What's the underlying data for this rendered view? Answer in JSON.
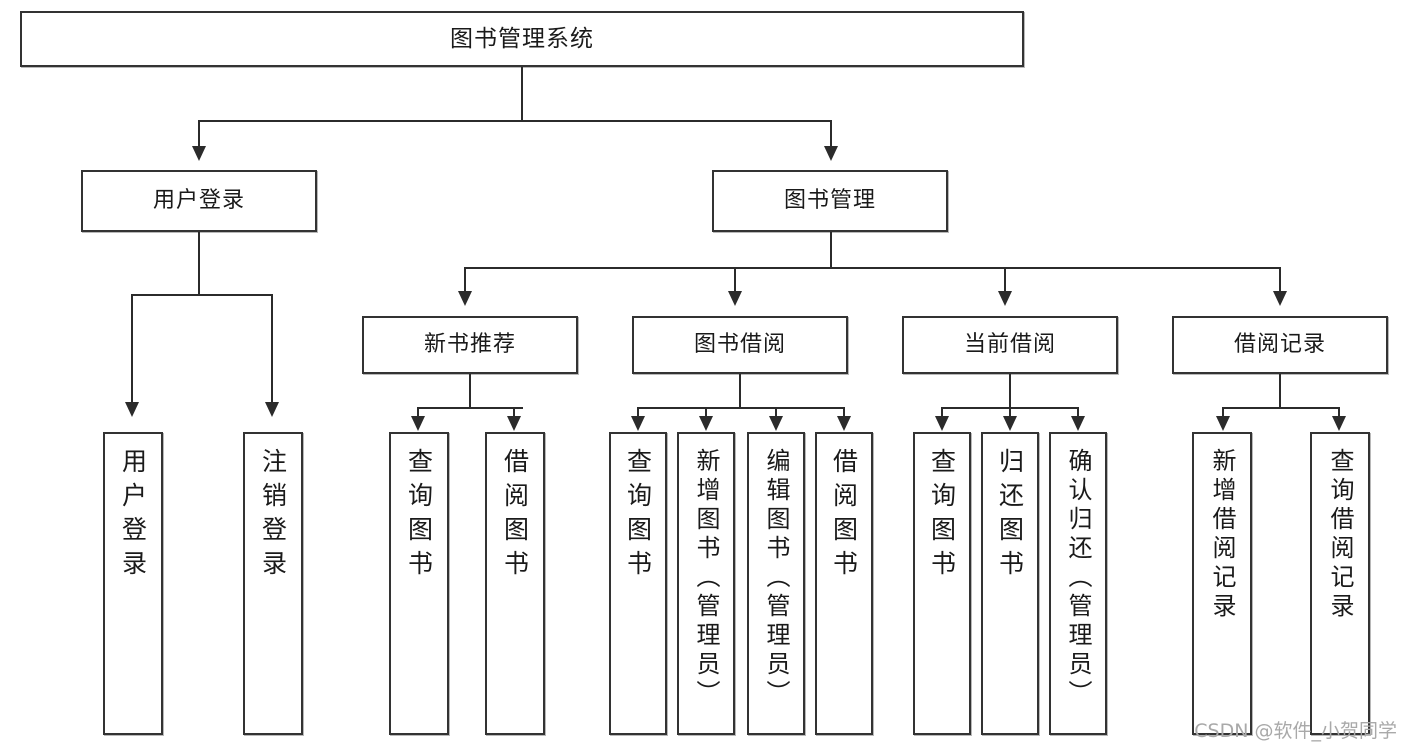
{
  "diagram": {
    "title": "图书管理系统",
    "type": "hierarchy-flowchart",
    "watermark": "CSDN @软件_小贺同学"
  },
  "nodes": {
    "root": {
      "label": "图书管理系统"
    },
    "level2": [
      {
        "id": "user-login",
        "label": "用户登录"
      },
      {
        "id": "book-manage",
        "label": "图书管理"
      }
    ],
    "level3": [
      {
        "id": "new-book-recommend",
        "label": "新书推荐"
      },
      {
        "id": "book-borrow",
        "label": "图书借阅"
      },
      {
        "id": "current-borrow",
        "label": "当前借阅"
      },
      {
        "id": "borrow-record",
        "label": "借阅记录"
      }
    ],
    "leaves": {
      "user_login": [
        {
          "id": "leaf-user-login",
          "label": "用户登录"
        },
        {
          "id": "leaf-logout-login",
          "label": "注销登录"
        }
      ],
      "new_book_recommend": [
        {
          "id": "leaf-query-book-1",
          "label": "查询图书"
        },
        {
          "id": "leaf-borrow-book-1",
          "label": "借阅图书"
        }
      ],
      "book_borrow": [
        {
          "id": "leaf-query-book-2",
          "label": "查询图书"
        },
        {
          "id": "leaf-add-book",
          "label": "新增图书（管理员）"
        },
        {
          "id": "leaf-edit-book",
          "label": "编辑图书（管理员）"
        },
        {
          "id": "leaf-borrow-book-2",
          "label": "借阅图书"
        }
      ],
      "current_borrow": [
        {
          "id": "leaf-query-book-3",
          "label": "查询图书"
        },
        {
          "id": "leaf-return-book",
          "label": "归还图书"
        },
        {
          "id": "leaf-confirm-return",
          "label": "确认归还（管理员）"
        }
      ],
      "borrow_record": [
        {
          "id": "leaf-add-record",
          "label": "新增借阅记录"
        },
        {
          "id": "leaf-query-record",
          "label": "查询借阅记录"
        }
      ]
    }
  }
}
